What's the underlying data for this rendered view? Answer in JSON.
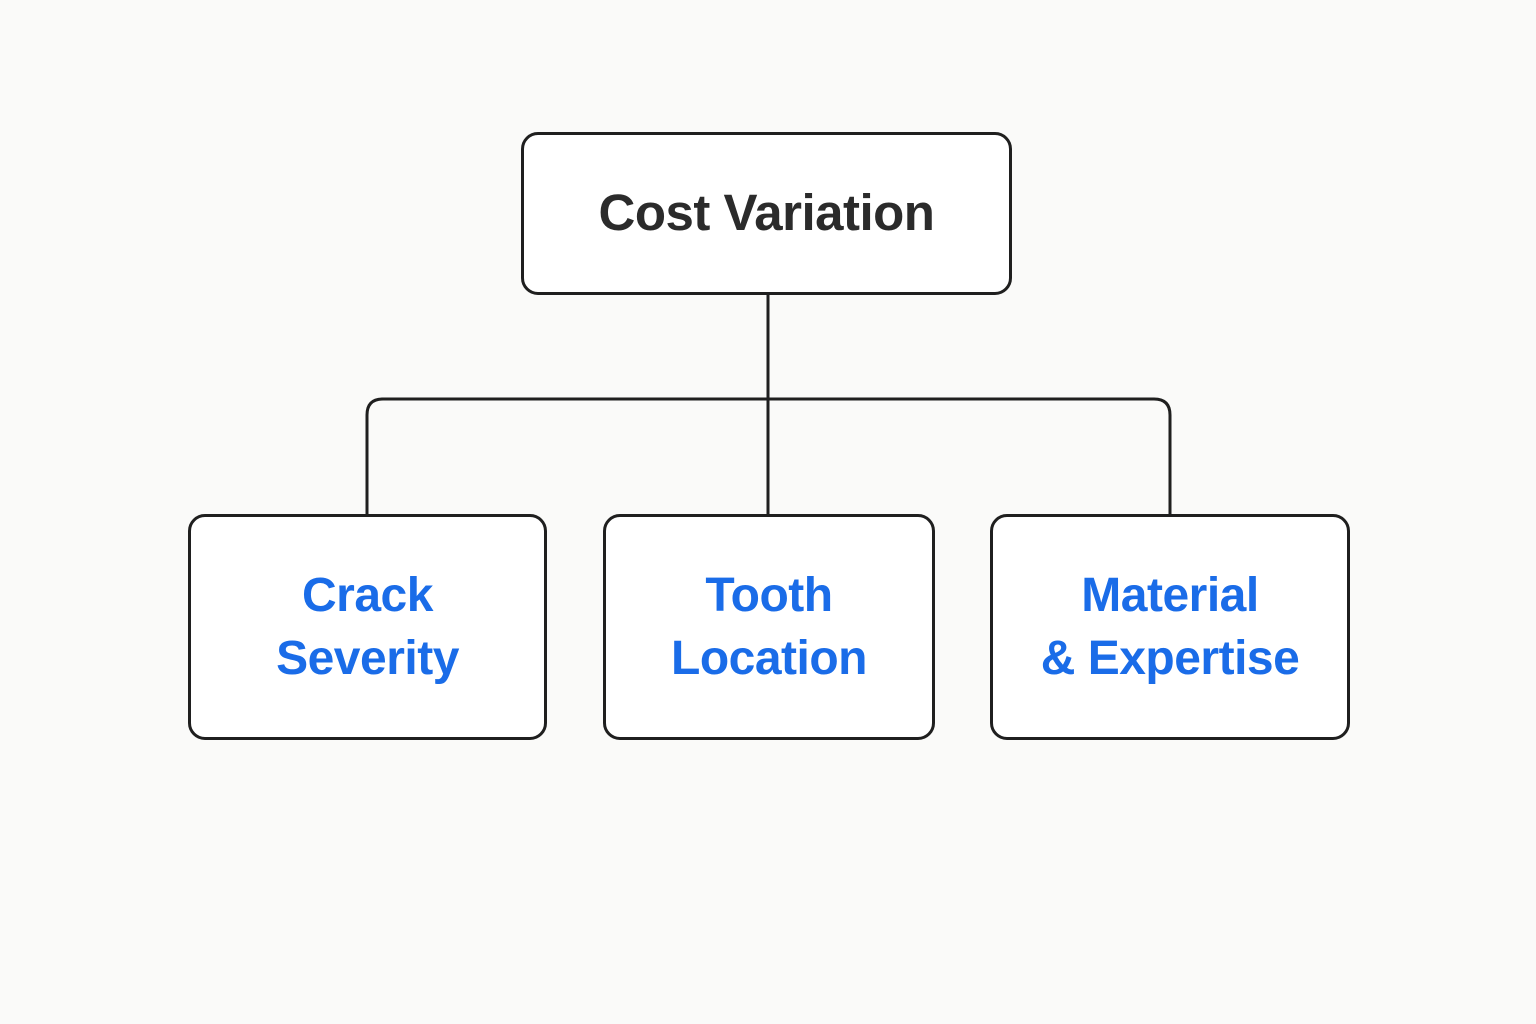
{
  "diagram": {
    "root": {
      "label": "Cost Variation"
    },
    "children": [
      {
        "label": "Crack Severity",
        "lines": [
          "Crack",
          "Severity"
        ]
      },
      {
        "label": "Tooth Location",
        "lines": [
          "Tooth",
          "Location"
        ]
      },
      {
        "label": "Material & Expertise",
        "lines": [
          "Material",
          "& Expertise"
        ]
      }
    ]
  },
  "colors": {
    "background": "#fafaf9",
    "box-fill": "#ffffff",
    "line": "#1f1f1f",
    "root-text": "#2b2b2b",
    "child-text": "#1a6ce8"
  }
}
